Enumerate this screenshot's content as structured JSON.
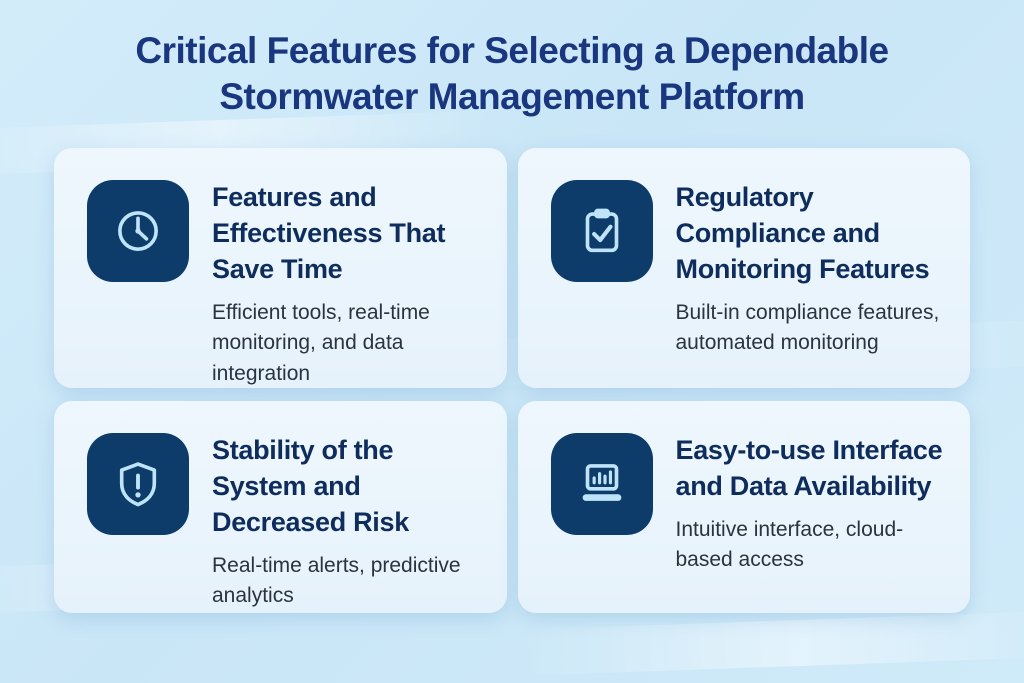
{
  "title": {
    "line1": "Critical Features for Selecting a Dependable",
    "line2": "Stormwater Management Platform"
  },
  "cards": [
    {
      "icon": "clock-icon",
      "heading": "Features and Effectiveness That Save Time",
      "description": "Efficient tools, real-time monitoring, and data integration"
    },
    {
      "icon": "clipboard-check-icon",
      "heading": "Regulatory Compliance and Monitoring Features",
      "description": "Built-in compliance features, automated monitoring"
    },
    {
      "icon": "shield-alert-icon",
      "heading": "Stability of the System and Decreased Risk",
      "description": "Real-time alerts, predictive analytics"
    },
    {
      "icon": "laptop-chart-icon",
      "heading": "Easy-to-use Interface and Data Availability",
      "description": "Intuitive interface, cloud-based access"
    }
  ],
  "colors": {
    "background": "#cfe9f8",
    "card_background": "#e9f4fc",
    "icon_tile": "#0e3c6a",
    "icon_glyph": "#bfe4fa",
    "title_text": "#19367f",
    "heading_text": "#0f2d5c",
    "body_text": "#2a3340"
  }
}
